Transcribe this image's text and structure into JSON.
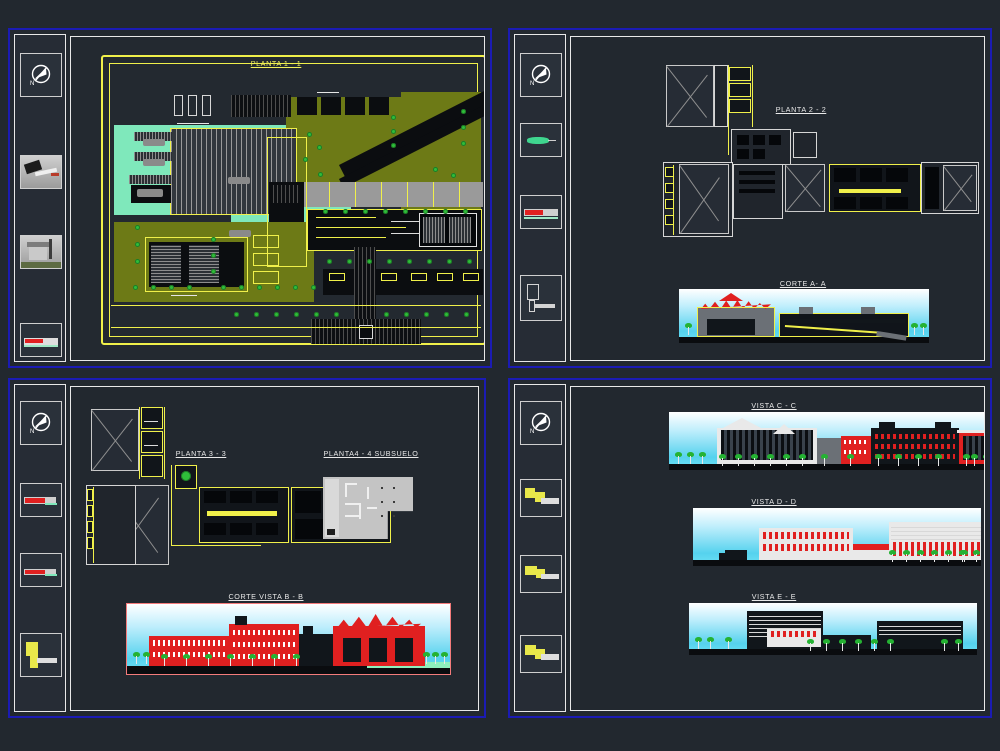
{
  "document": {
    "type": "cad-drawing-sheet-set",
    "background_color": "#22282f",
    "sheet_border_color": "#1b1bb4",
    "frame_color": "#e8e8e8",
    "accent_yellow": "#f0f04a",
    "accent_red": "#e02020",
    "sky_color": "#55d2ee",
    "lawn_color": "#8ef0bd"
  },
  "sheets": [
    {
      "id": "sheet-top-left",
      "position": "top-left",
      "drawings": [
        {
          "id": "planta-1-1",
          "label": "PLANTA 1 - 1",
          "kind": "site-plan"
        }
      ],
      "strip_items": [
        {
          "name": "north-arrow",
          "kind": "compass"
        },
        {
          "name": "thumbnail-aerial-photo",
          "kind": "photo"
        },
        {
          "name": "thumbnail-building-photo",
          "kind": "photo"
        },
        {
          "name": "thumbnail-elevation-red",
          "kind": "elevation"
        }
      ]
    },
    {
      "id": "sheet-top-right",
      "position": "top-right",
      "drawings": [
        {
          "id": "planta-2-2",
          "label": "PLANTA 2 - 2",
          "kind": "floor-plan"
        },
        {
          "id": "corte-a-a",
          "label": "CORTE A- A",
          "kind": "section"
        }
      ],
      "strip_items": [
        {
          "name": "north-arrow",
          "kind": "compass"
        },
        {
          "name": "thumbnail-site-green",
          "kind": "sketch"
        },
        {
          "name": "thumbnail-elevation-red",
          "kind": "elevation"
        },
        {
          "name": "thumbnail-plan-yellow",
          "kind": "plan"
        }
      ]
    },
    {
      "id": "sheet-bottom-left",
      "position": "bottom-left",
      "drawings": [
        {
          "id": "planta-3-3",
          "label": "PLANTA 3 - 3",
          "kind": "floor-plan"
        },
        {
          "id": "planta-4-4-subsuelo",
          "label": "PLANTA4 - 4 SUBSUELO",
          "kind": "basement-plan"
        },
        {
          "id": "corte-vista-b-b",
          "label": "CORTE VISTA B - B",
          "kind": "section-elevation"
        }
      ],
      "strip_items": [
        {
          "name": "north-arrow",
          "kind": "compass"
        },
        {
          "name": "thumbnail-elevation-red",
          "kind": "elevation"
        },
        {
          "name": "thumbnail-elevation-red-2",
          "kind": "elevation"
        },
        {
          "name": "thumbnail-plan-yellow",
          "kind": "plan"
        }
      ]
    },
    {
      "id": "sheet-bottom-right",
      "position": "bottom-right",
      "drawings": [
        {
          "id": "vista-c-c",
          "label": "VISTA C - C",
          "kind": "elevation"
        },
        {
          "id": "vista-d-d",
          "label": "VISTA D - D",
          "kind": "elevation"
        },
        {
          "id": "vista-e-e",
          "label": "VISTA E - E",
          "kind": "elevation"
        }
      ],
      "strip_items": [
        {
          "name": "north-arrow",
          "kind": "compass"
        },
        {
          "name": "thumbnail-plan-yellow-1",
          "kind": "plan"
        },
        {
          "name": "thumbnail-plan-yellow-2",
          "kind": "plan"
        },
        {
          "name": "thumbnail-plan-yellow-3",
          "kind": "plan"
        }
      ]
    }
  ],
  "labels": {
    "planta_1_1": "PLANTA 1 - 1",
    "planta_2_2": "PLANTA 2 - 2",
    "corte_a_a": "CORTE A- A",
    "planta_3_3": "PLANTA 3 - 3",
    "planta_4_4": "PLANTA4 - 4 SUBSUELO",
    "corte_vista_b_b": "CORTE VISTA B - B",
    "vista_c_c": "VISTA C - C",
    "vista_d_d": "VISTA D - D",
    "vista_e_e": "VISTA E - E"
  }
}
